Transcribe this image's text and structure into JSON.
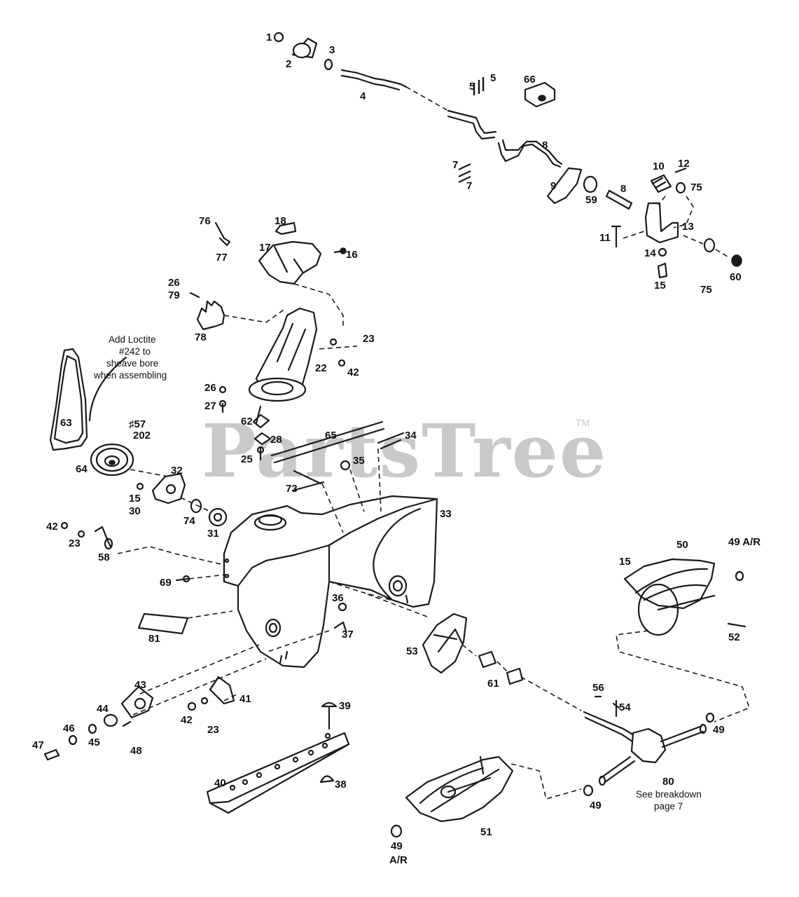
{
  "watermark": {
    "text": "PartsTree",
    "tm": "TM"
  },
  "notes": {
    "loctite_line1": "Add Loctite",
    "loctite_line2": "#242 to",
    "loctite_line3": "sheave bore",
    "loctite_line4": "when assembling",
    "breakdown_line1": "See breakdown",
    "breakdown_line2": "page 7"
  },
  "labels": [
    {
      "id": "1",
      "t": "1"
    },
    {
      "id": "2",
      "t": "2"
    },
    {
      "id": "3",
      "t": "3"
    },
    {
      "id": "4",
      "t": "4"
    },
    {
      "id": "5a",
      "t": "5"
    },
    {
      "id": "5b",
      "t": "5"
    },
    {
      "id": "66",
      "t": "66"
    },
    {
      "id": "7a",
      "t": "7"
    },
    {
      "id": "7b",
      "t": "7"
    },
    {
      "id": "8a",
      "t": "8"
    },
    {
      "id": "8b",
      "t": "8"
    },
    {
      "id": "9",
      "t": "9"
    },
    {
      "id": "59",
      "t": "59"
    },
    {
      "id": "10",
      "t": "10"
    },
    {
      "id": "12",
      "t": "12"
    },
    {
      "id": "75a",
      "t": "75"
    },
    {
      "id": "13",
      "t": "13"
    },
    {
      "id": "11",
      "t": "11"
    },
    {
      "id": "14",
      "t": "14"
    },
    {
      "id": "15a",
      "t": "15"
    },
    {
      "id": "75b",
      "t": "75"
    },
    {
      "id": "60",
      "t": "60"
    },
    {
      "id": "76",
      "t": "76"
    },
    {
      "id": "18",
      "t": "18"
    },
    {
      "id": "77",
      "t": "77"
    },
    {
      "id": "17",
      "t": "17"
    },
    {
      "id": "16",
      "t": "16"
    },
    {
      "id": "26a",
      "t": "26"
    },
    {
      "id": "79",
      "t": "79"
    },
    {
      "id": "78",
      "t": "78"
    },
    {
      "id": "23a",
      "t": "23"
    },
    {
      "id": "22",
      "t": "22"
    },
    {
      "id": "42a",
      "t": "42"
    },
    {
      "id": "57",
      "t": "♯57"
    },
    {
      "id": "202",
      "t": "202"
    },
    {
      "id": "63",
      "t": "63"
    },
    {
      "id": "64",
      "t": "64"
    },
    {
      "id": "26b",
      "t": "26"
    },
    {
      "id": "27",
      "t": "27"
    },
    {
      "id": "62",
      "t": "62"
    },
    {
      "id": "28",
      "t": "28"
    },
    {
      "id": "25",
      "t": "25"
    },
    {
      "id": "65",
      "t": "65"
    },
    {
      "id": "34",
      "t": "34"
    },
    {
      "id": "35",
      "t": "35"
    },
    {
      "id": "32",
      "t": "32"
    },
    {
      "id": "15b",
      "t": "15"
    },
    {
      "id": "30",
      "t": "30"
    },
    {
      "id": "74",
      "t": "74"
    },
    {
      "id": "31",
      "t": "31"
    },
    {
      "id": "73",
      "t": "73"
    },
    {
      "id": "33",
      "t": "33"
    },
    {
      "id": "42b",
      "t": "42"
    },
    {
      "id": "23b",
      "t": "23"
    },
    {
      "id": "58",
      "t": "58"
    },
    {
      "id": "69",
      "t": "69"
    },
    {
      "id": "50",
      "t": "50"
    },
    {
      "id": "49a",
      "t": "49 A/R"
    },
    {
      "id": "15c",
      "t": "15"
    },
    {
      "id": "52",
      "t": "52"
    },
    {
      "id": "36",
      "t": "36"
    },
    {
      "id": "37",
      "t": "37"
    },
    {
      "id": "81",
      "t": "81"
    },
    {
      "id": "53",
      "t": "53"
    },
    {
      "id": "61",
      "t": "61"
    },
    {
      "id": "43",
      "t": "43"
    },
    {
      "id": "41",
      "t": "41"
    },
    {
      "id": "56",
      "t": "56"
    },
    {
      "id": "54",
      "t": "54"
    },
    {
      "id": "44",
      "t": "44"
    },
    {
      "id": "42c",
      "t": "42"
    },
    {
      "id": "23c",
      "t": "23"
    },
    {
      "id": "39",
      "t": "39"
    },
    {
      "id": "49b",
      "t": "49"
    },
    {
      "id": "46",
      "t": "46"
    },
    {
      "id": "45",
      "t": "45"
    },
    {
      "id": "48",
      "t": "48"
    },
    {
      "id": "47",
      "t": "47"
    },
    {
      "id": "40",
      "t": "40"
    },
    {
      "id": "38",
      "t": "38"
    },
    {
      "id": "80",
      "t": "80"
    },
    {
      "id": "49c",
      "t": "49"
    },
    {
      "id": "51",
      "t": "51"
    },
    {
      "id": "49d",
      "t": "49"
    },
    {
      "id": "ar",
      "t": "A/R"
    }
  ]
}
